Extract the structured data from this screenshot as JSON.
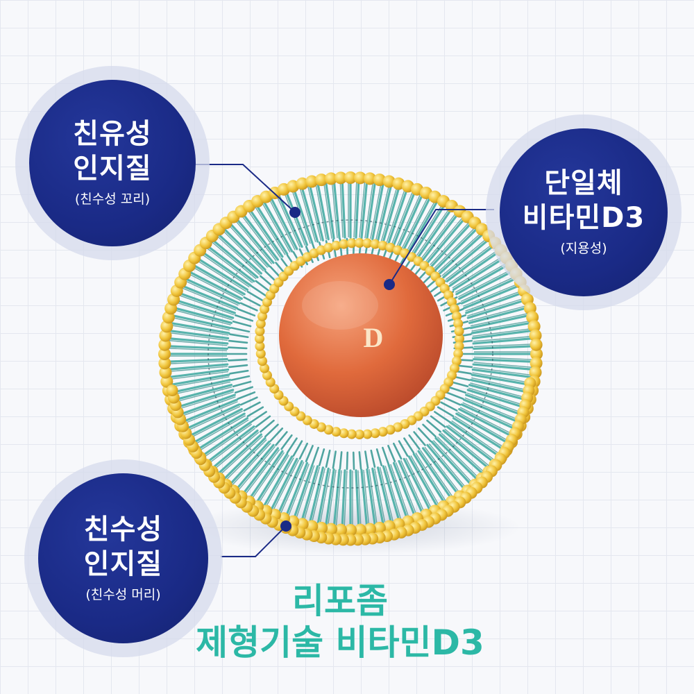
{
  "colors": {
    "badge_fill": "#1a2a86",
    "head_gold": "#f0c43a",
    "tail_teal": "#4fb0a8",
    "core_orange": "#e06a3c",
    "caption_green": "#2cb8a6",
    "leader_line": "#1a2a86"
  },
  "core": {
    "letter": "D"
  },
  "labels": {
    "lipophilic": {
      "line1": "친유성",
      "line2": "인지질",
      "sub": "(친수성 꼬리)"
    },
    "monomer": {
      "line1": "단일체",
      "line2": "비타민D3",
      "sub": "(지용성)"
    },
    "hydrophilic": {
      "line1": "친수성",
      "line2": "인지질",
      "sub": "(친수성 머리)"
    }
  },
  "caption": {
    "line1": "리포좀",
    "line2": "제형기술 비타민D3"
  }
}
